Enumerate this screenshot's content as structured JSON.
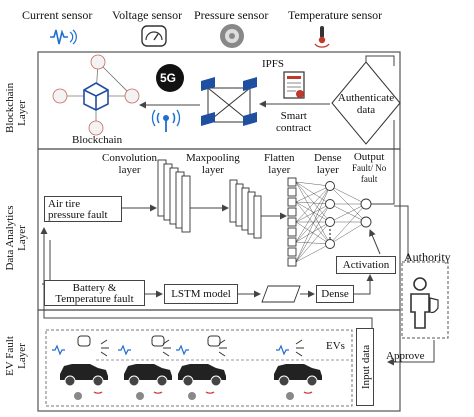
{
  "sensors": {
    "current": "Current sensor",
    "voltage": "Voltage sensor",
    "pressure": "Pressure sensor",
    "temperature": "Temperature sensor"
  },
  "layers": {
    "blockchain": [
      "Blockchain",
      "Layer"
    ],
    "data_analytics": [
      "Data Analytics",
      "Layer"
    ],
    "ev_fault": [
      "EV Fault",
      "Layer"
    ]
  },
  "blockchain_layer": {
    "blockchain_label": "Blockchain",
    "network_badge": "5G",
    "ipfs_label": "IPFS",
    "smart_contract": [
      "Smart",
      "contract"
    ],
    "authenticate": [
      "Authenticate",
      "data"
    ]
  },
  "analytics_layer": {
    "air_tire_fault": [
      "Air tire",
      "pressure fault"
    ],
    "convolution": [
      "Convolution",
      "layer"
    ],
    "maxpooling": [
      "Maxpooling",
      "layer"
    ],
    "flatten": [
      "Flatten",
      "layer"
    ],
    "dense_layer": [
      "Dense",
      "layer"
    ],
    "output": [
      "Output",
      "Fault/ No",
      "fault"
    ],
    "battery_fault": [
      "Battery &",
      "Temperature fault"
    ],
    "lstm": "LSTM model",
    "dense": "Dense",
    "activation": "Activation"
  },
  "ev_layer": {
    "evs_label": "EVs",
    "input_data": "Input data"
  },
  "authority": {
    "label": "Authority",
    "approve": "Approve"
  },
  "colors": {
    "line": "#444444",
    "device_blue": "#1f4fa0",
    "icon_gray": "#666666",
    "alert_red": "#c0392b"
  }
}
